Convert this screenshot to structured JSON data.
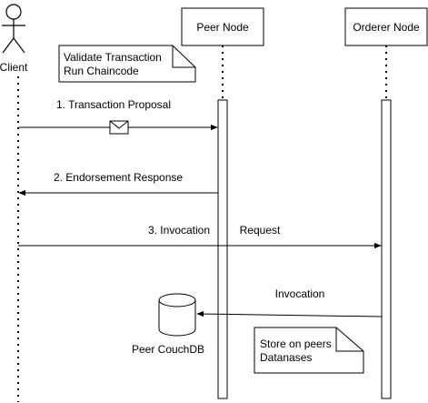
{
  "participants": {
    "client": {
      "label": "Client"
    },
    "peer": {
      "label": "Peer Node"
    },
    "orderer": {
      "label": "Orderer Node"
    }
  },
  "notes": {
    "validate": {
      "line1": "Validate Transaction",
      "line2": "Run Chaincode"
    },
    "store": {
      "line1": "Store on peers",
      "line2": "Datanases"
    }
  },
  "messages": {
    "proposal": "1. Transaction Proposal",
    "endorsement": "2. Endorsement Response",
    "invocation_part1": "3. Invocation",
    "invocation_part2": "Request",
    "invocation_back": "Invocation"
  },
  "database": {
    "label": "Peer CouchDB"
  },
  "icons": {
    "message": "envelope-icon",
    "actor": "stick-figure-icon",
    "database": "cylinder-icon"
  },
  "colors": {
    "stroke": "#000000",
    "background": "#ffffff"
  }
}
